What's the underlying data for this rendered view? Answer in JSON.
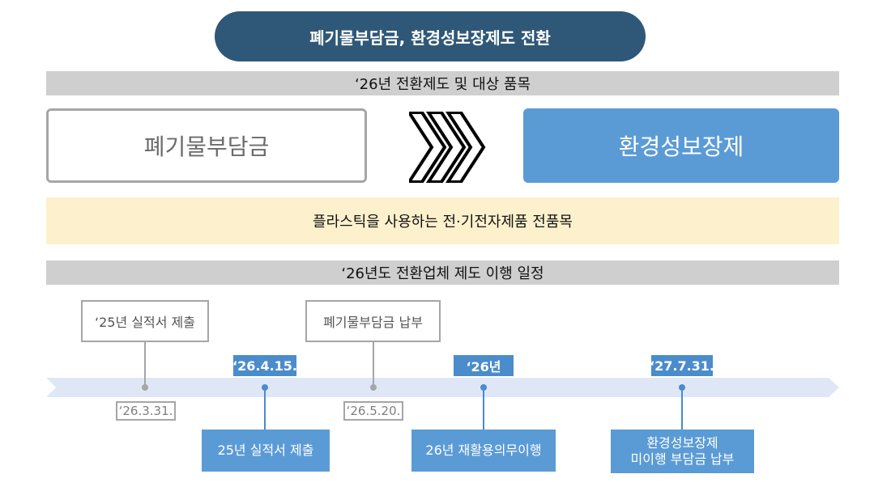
{
  "title": "폐기물부담금, 환경성보장제도 전환",
  "section1": {
    "heading": "‘26년 전환제도 및 대상 품목",
    "from_label": "폐기물부담금",
    "to_label": "환경성보장제",
    "items_label": "플라스틱을 사용하는 전·기전자제품 전품목"
  },
  "section2": {
    "heading": "‘26년도 전환업체 제도 이행 일정",
    "upper_callouts": [
      {
        "label": "‘25년 실적서 제출",
        "date": "‘26.3.31."
      },
      {
        "label": "폐기물부담금 납부",
        "date": "‘26.5.20."
      }
    ],
    "lower_events": [
      {
        "date": "‘26.4.15.",
        "lines": [
          "25년 실적서 제출"
        ]
      },
      {
        "date": "‘26년",
        "lines": [
          "26년 재활용의무이행"
        ]
      },
      {
        "date": "‘27.7.31.",
        "lines": [
          "환경성보장제",
          "미이행 부담금 납부"
        ]
      }
    ]
  },
  "colors": {
    "title_bg": "#2f5878",
    "accent_blue": "#5b9bd5",
    "date_blue": "#4a8ccc",
    "gray_bar": "#cfcfcf",
    "yellow_band": "#fdf1cd",
    "timeline": "#dfe7f7"
  },
  "icons": {
    "transition": "triple-chevron-right-icon"
  }
}
